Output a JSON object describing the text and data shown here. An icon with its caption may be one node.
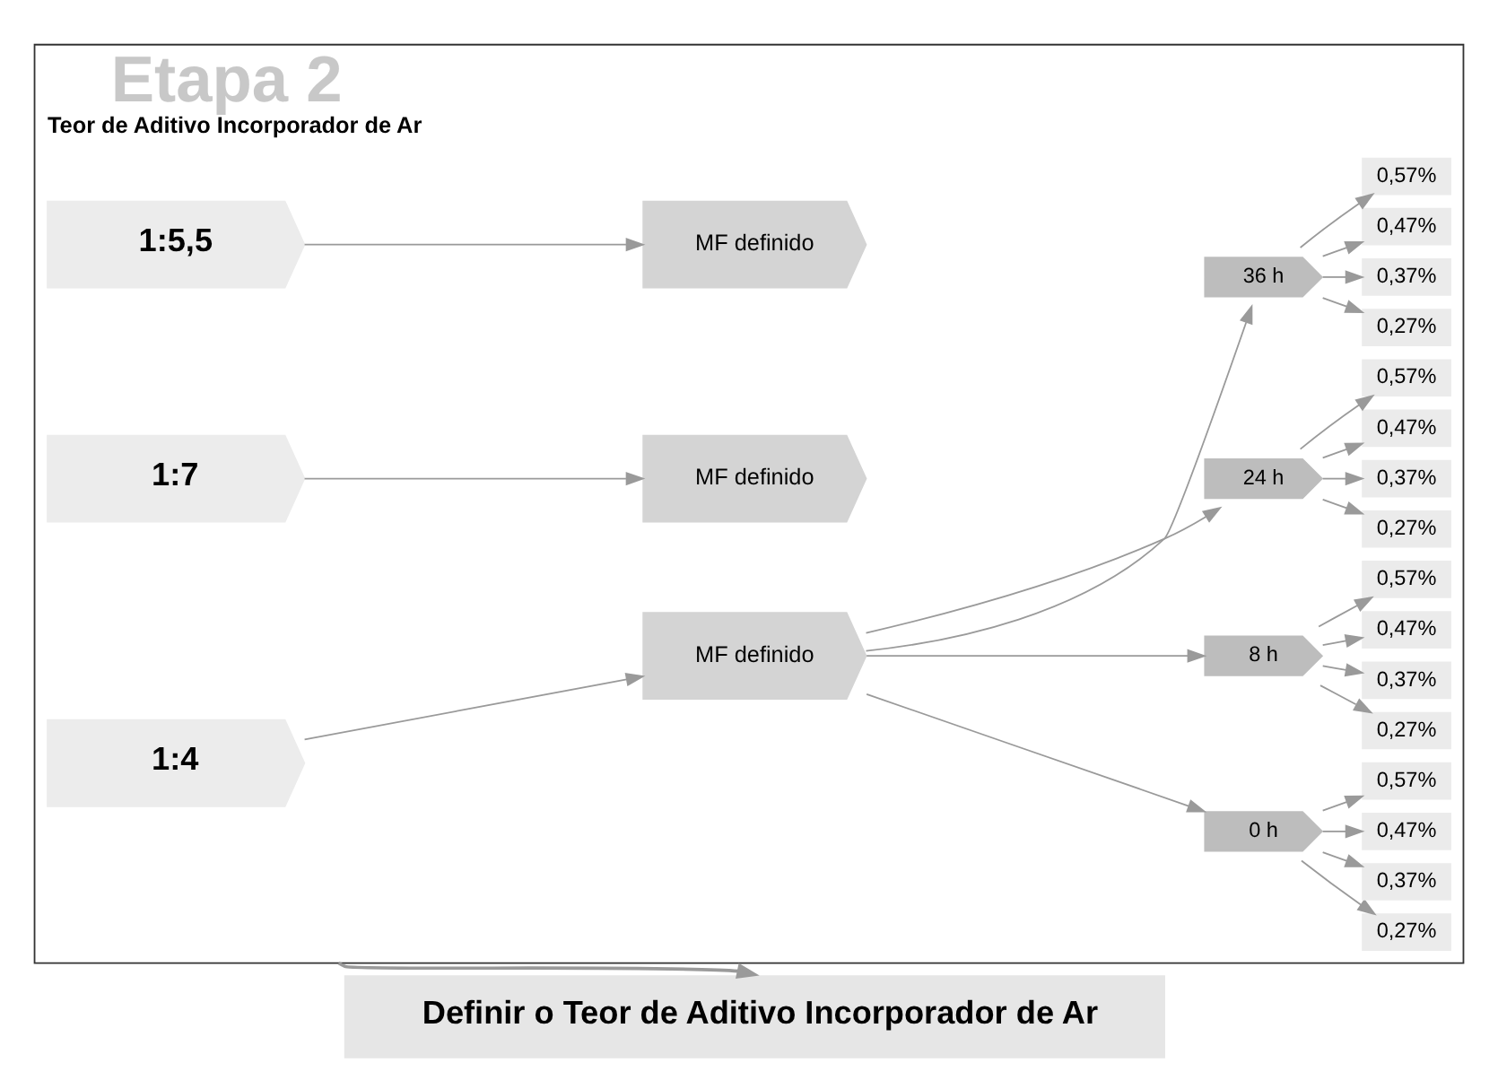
{
  "diagram": {
    "nodes": [
      {
        "text": [
          "Etapa 2",
          "Teor de Aditivo Incorporador de Ar"
        ]
      },
      {
        "text": [
          "1:4"
        ],
        "in": 0
      },
      {
        "text": [
          "MF definido"
        ],
        "in": 0
      },
      {
        "text": [
          "1:5,5"
        ],
        "in": 0
      },
      {
        "text": [
          "MF definido"
        ],
        "in": 0
      },
      {
        "text": [
          "1:7"
        ],
        "in": 0
      },
      {
        "text": [
          "MF definido"
        ],
        "in": 0
      },
      {
        "text": [
          "0 h"
        ],
        "in": 0
      },
      {
        "text": [
          "0,27%"
        ],
        "in": 0
      },
      {
        "text": [
          "0,37%"
        ],
        "in": 0
      },
      {
        "text": [
          "0,47%"
        ],
        "in": 0
      },
      {
        "text": [
          "0,57%"
        ],
        "in": 0
      },
      {
        "text": [
          "8 h"
        ],
        "in": 0
      },
      {
        "text": [
          "0,27%"
        ],
        "in": 0
      },
      {
        "text": [
          "0,37%"
        ],
        "in": 0
      },
      {
        "text": [
          "0,47%"
        ],
        "in": 0
      },
      {
        "text": [
          "0,57%"
        ],
        "in": 0
      },
      {
        "text": [
          "24 h"
        ],
        "in": 0
      },
      {
        "text": [
          "0,27%"
        ],
        "in": 0
      },
      {
        "text": [
          "0,37%"
        ],
        "in": 0
      },
      {
        "text": [
          "0,47%"
        ],
        "in": 0
      },
      {
        "text": [
          "0,57%"
        ],
        "in": 0
      },
      {
        "text": [
          "36 h"
        ],
        "in": 0
      },
      {
        "text": [
          "0,27%"
        ],
        "in": 0
      },
      {
        "text": [
          "0,37%"
        ],
        "in": 0
      },
      {
        "text": [
          "0,47%"
        ],
        "in": 0
      },
      {
        "text": [
          "0,57%"
        ],
        "in": 0
      },
      {
        "text": [
          "Definir o Teor de Aditivo Incorporador de Ar"
        ]
      }
    ],
    "edges": [
      {
        "from": 1,
        "to": 2,
        "arrow": "to"
      },
      {
        "from": 2,
        "to": 7,
        "arrow": "to"
      },
      {
        "from": 2,
        "to": 12,
        "arrow": "to"
      },
      {
        "from": 2,
        "to": 17,
        "arrow": "to"
      },
      {
        "from": 2,
        "to": 22,
        "arrow": "to"
      },
      {
        "from": 7,
        "to": 8,
        "arrow": "to"
      },
      {
        "from": 7,
        "to": 9,
        "arrow": "to"
      },
      {
        "from": 7,
        "to": 10,
        "arrow": "to"
      },
      {
        "from": 7,
        "to": 11,
        "arrow": "to"
      },
      {
        "from": 12,
        "to": 13,
        "arrow": "to"
      },
      {
        "from": 12,
        "to": 14,
        "arrow": "to"
      },
      {
        "from": 12,
        "to": 15,
        "arrow": "to"
      },
      {
        "from": 12,
        "to": 16,
        "arrow": "to"
      },
      {
        "from": 17,
        "to": 18,
        "arrow": "to"
      },
      {
        "from": 17,
        "to": 19,
        "arrow": "to"
      },
      {
        "from": 17,
        "to": 20,
        "arrow": "to"
      },
      {
        "from": 17,
        "to": 21,
        "arrow": "to"
      },
      {
        "from": 22,
        "to": 23,
        "arrow": "to"
      },
      {
        "from": 22,
        "to": 24,
        "arrow": "to"
      },
      {
        "from": 22,
        "to": 25,
        "arrow": "to"
      },
      {
        "from": 22,
        "to": 26,
        "arrow": "to"
      },
      {
        "from": 3,
        "to": 4,
        "arrow": "to"
      },
      {
        "from": 5,
        "to": 6,
        "arrow": "to"
      },
      {
        "from": 0,
        "to": 27,
        "arrow": "to"
      }
    ]
  }
}
